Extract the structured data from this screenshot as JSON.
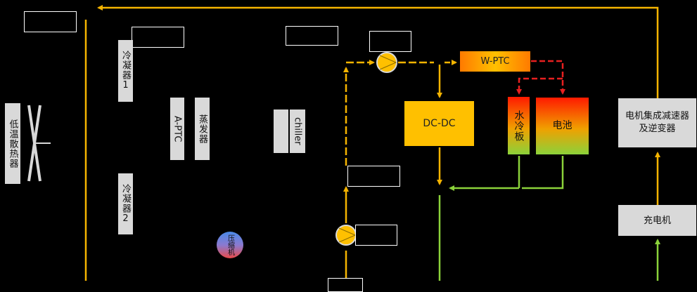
{
  "components": {
    "low_temp_radiator": "低温散热器",
    "condenser_1": "冷凝器1",
    "condenser_2": "冷凝器2",
    "a_ptc": "A-PTC",
    "evaporator": "蒸发器",
    "chiller": "chiller",
    "compressor": "压缩机",
    "dc_dc": "DC-DC",
    "w_ptc": "W-PTC",
    "water_cold_plate": "水冷板",
    "battery": "电池",
    "motor_inverter": "电机集成减速器及逆变器",
    "charger": "充电机"
  },
  "colors": {
    "background": "#000000",
    "coolant_line": "#f5b400",
    "hot_line": "#e82020",
    "return_line": "#8bd23a",
    "component_box": "#d9d9d9",
    "dcdc_fill": "#ffc000"
  }
}
